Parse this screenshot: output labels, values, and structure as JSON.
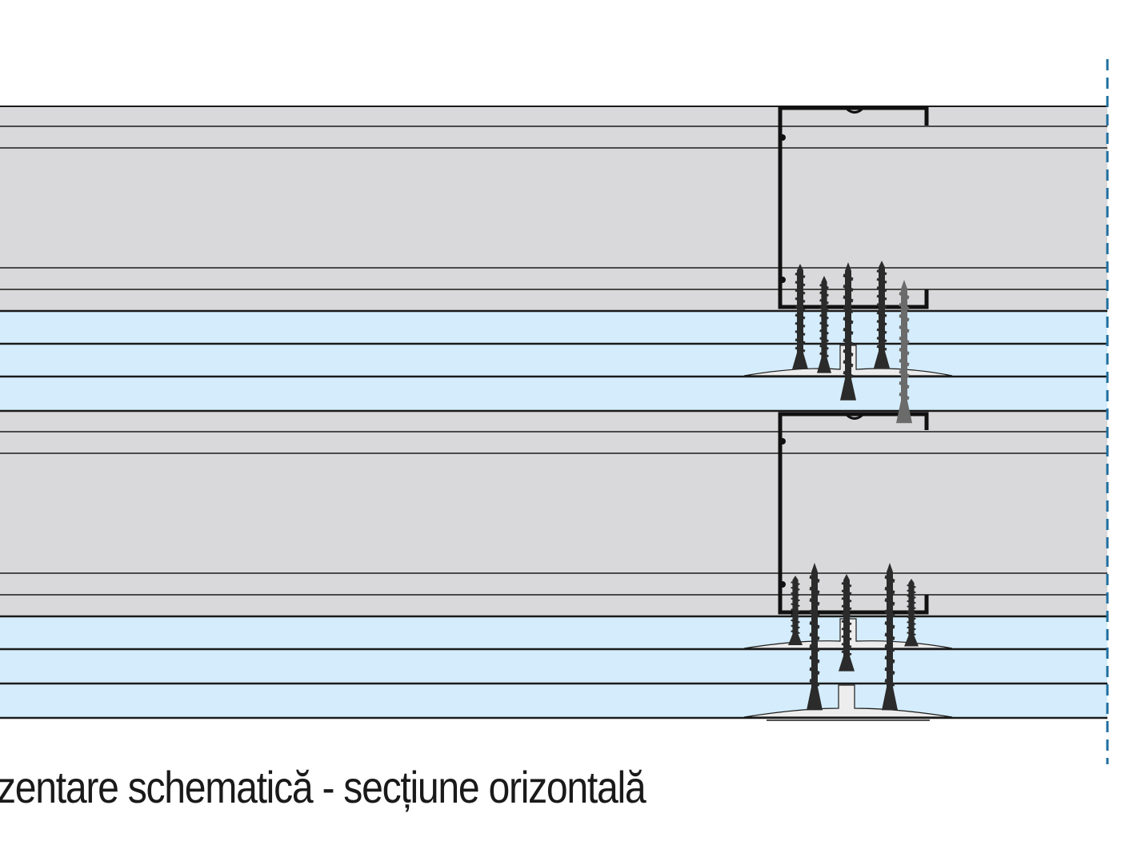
{
  "caption": "zentare schematică - secțiune orizontală",
  "colors": {
    "board_grey": "#d9d9db",
    "board_blue": "#d4ecfb",
    "line": "#1a1a1a",
    "screw": "#2b2b2b",
    "screw_light": "#6b6b6b",
    "axis": "#1f6f9f",
    "background": "#ffffff"
  },
  "icons": [
    "screw-icon",
    "c-profile-stud",
    "joint-filler"
  ]
}
